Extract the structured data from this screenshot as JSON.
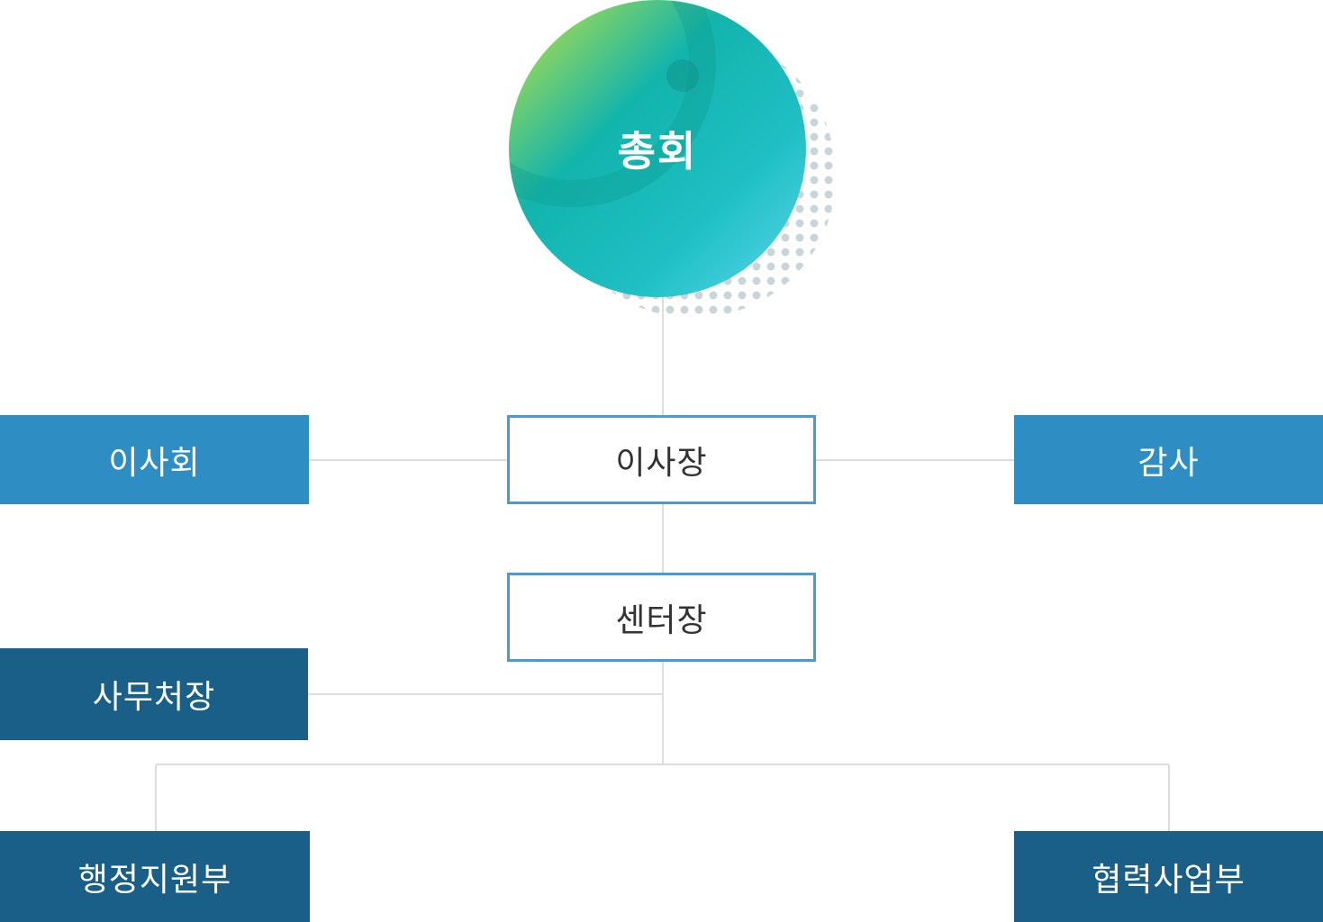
{
  "org_chart": {
    "general_assembly": "총회",
    "board": "이사회",
    "chairman": "이사장",
    "auditor": "감사",
    "center_director": "센터장",
    "secretary_general": "사무처장",
    "admin_support": "행정지원부",
    "cooperation_business": "협력사업부"
  },
  "colors": {
    "light_box": "#2e8ec4",
    "dark_box": "#1a5f88",
    "outline": "#4a9cd0",
    "connector": "#dcdcdc",
    "circle_gradient": [
      "#b8e04a",
      "#17b5b0",
      "#45d0e0"
    ]
  }
}
